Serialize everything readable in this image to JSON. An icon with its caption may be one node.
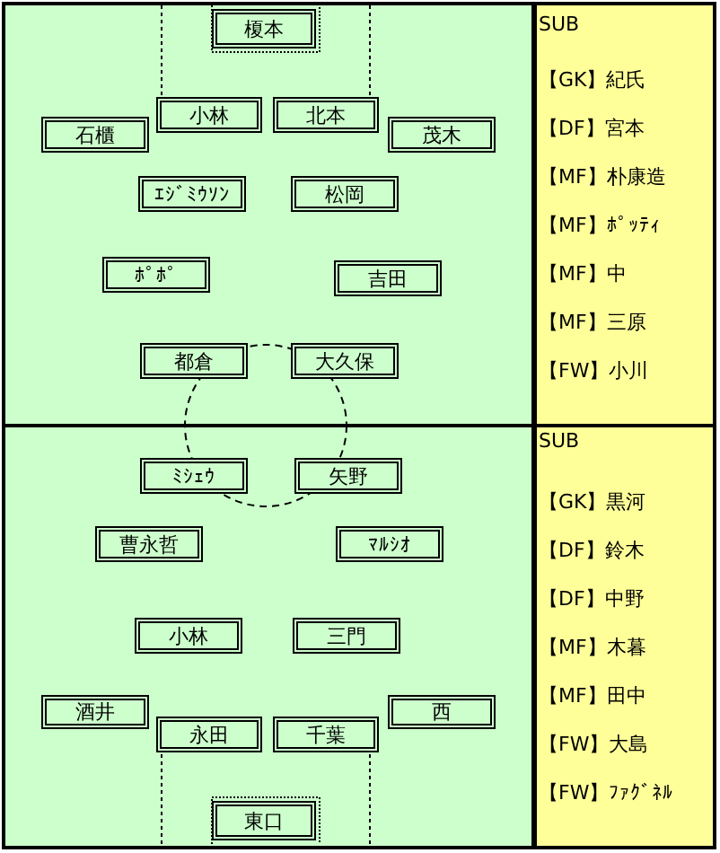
{
  "diagram": {
    "nodes": [
      {
        "text": [
          "榎本"
        ]
      },
      {
        "text": [
          "小林"
        ]
      },
      {
        "text": [
          "北本"
        ]
      },
      {
        "text": [
          "石櫃"
        ]
      },
      {
        "text": [
          "茂木"
        ]
      },
      {
        "text": [
          "ｴｼﾞﾐｳｿﾝ"
        ]
      },
      {
        "text": [
          "松岡"
        ]
      },
      {
        "text": [
          "ﾎﾟﾎﾟ"
        ]
      },
      {
        "text": [
          "吉田"
        ]
      },
      {
        "text": [
          "都倉"
        ]
      },
      {
        "text": [
          "大久保"
        ]
      },
      {
        "text": [
          "ﾐｼｪｳ"
        ]
      },
      {
        "text": [
          "矢野"
        ]
      },
      {
        "text": [
          "曹永哲"
        ]
      },
      {
        "text": [
          "ﾏﾙｼｵ"
        ]
      },
      {
        "text": [
          "小林"
        ]
      },
      {
        "text": [
          "三門"
        ]
      },
      {
        "text": [
          "酒井"
        ]
      },
      {
        "text": [
          "永田"
        ]
      },
      {
        "text": [
          "千葉"
        ]
      },
      {
        "text": [
          "西"
        ]
      },
      {
        "text": [
          "東口"
        ]
      }
    ],
    "edges": [],
    "labels": [
      "SUB",
      "【GK】紀氏",
      "【DF】宮本",
      "【MF】朴康造",
      "【MF】ﾎﾟｯﾃｨ",
      "【MF】中",
      "【MF】三原",
      "【FW】小川",
      "SUB",
      "【GK】黒河",
      "【DF】鈴木",
      "【DF】中野",
      "【MF】木暮",
      "【MF】田中",
      "【FW】大島",
      "【FW】ﾌｧｸﾞﾈﾙ"
    ]
  }
}
